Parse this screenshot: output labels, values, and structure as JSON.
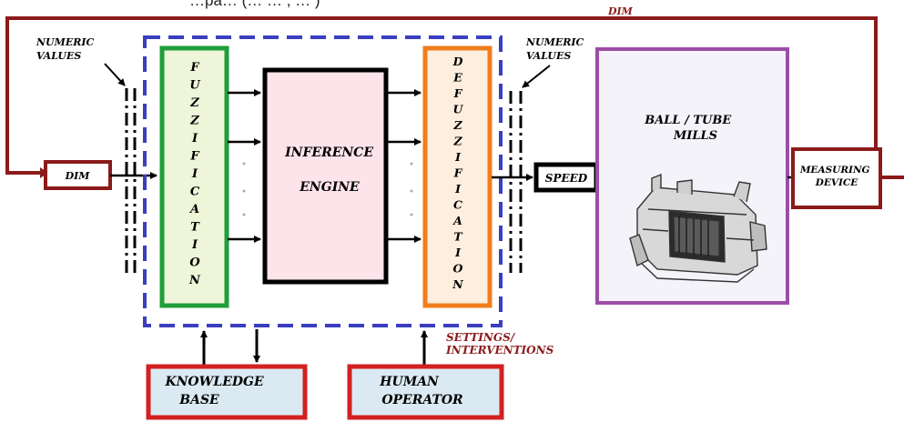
{
  "header_cut_text": "…pa… (… … ,  … )",
  "dim_feedback_label": "DIM",
  "numeric_values_left": [
    "NUMERIC",
    "VALUES"
  ],
  "numeric_values_right": [
    "NUMERIC",
    "VALUES"
  ],
  "dim_input_label": "DIM",
  "fuzzification_letters": [
    "F",
    "U",
    "Z",
    "Z",
    "I",
    "F",
    "I",
    "C",
    "A",
    "T",
    "I",
    "O",
    "N"
  ],
  "inference_engine": [
    "INFERENCE",
    "ENGINE"
  ],
  "defuzzification_letters": [
    "D",
    "E",
    "F",
    "U",
    "Z",
    "Z",
    "I",
    "F",
    "I",
    "C",
    "A",
    "T",
    "I",
    "O",
    "N"
  ],
  "speed_label": "SPEED",
  "mill_label": [
    "BALL / TUBE",
    "MILLS"
  ],
  "measuring_device": [
    "MEASURING",
    "DEVICE"
  ],
  "knowledge_base": [
    "KNOWLEDGE",
    "BASE"
  ],
  "human_operator": [
    "HUMAN",
    "OPERATOR"
  ],
  "settings_label": [
    "SETTINGS/",
    "INTERVENTIONS"
  ],
  "colors": {
    "feedback_line": "#8b1a1a",
    "controller_border": "#3a3ec0",
    "fuzz_border": "#1f9e3a",
    "fuzz_fill": "#eef5d8",
    "inference_fill": "#fde3ea",
    "defuzz_border": "#f07d1c",
    "defuzz_fill": "#fdeedd",
    "mill_border": "#9b4ea6",
    "mill_fill": "#f4f3fa",
    "bottom_border": "#d32020",
    "bottom_fill": "#dbeaf2",
    "settings_text": "#8b1a1a"
  },
  "mill_image": "ball-mill-illustration"
}
